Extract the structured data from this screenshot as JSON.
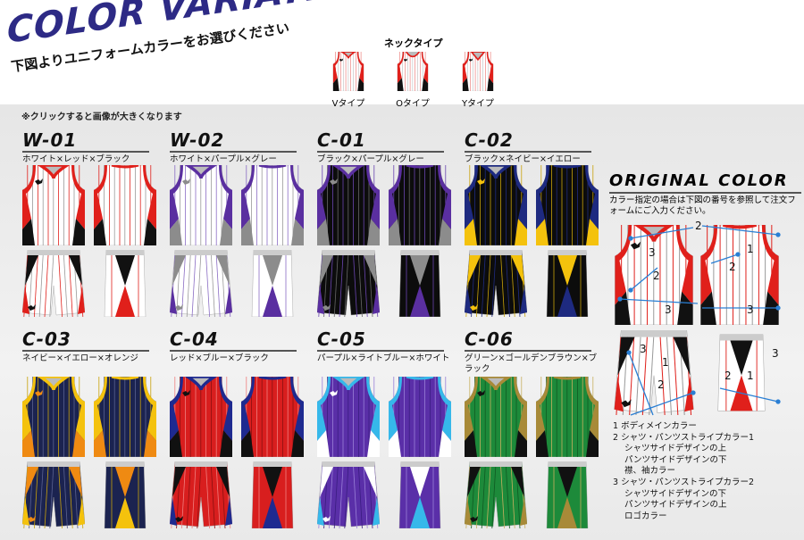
{
  "header": {
    "title": "COLOR VARIATION",
    "subtitle": "下図よりユニフォームカラーをお選びください"
  },
  "neck": {
    "title": "ネックタイプ",
    "types": [
      {
        "label": "Vタイプ",
        "shape": "V"
      },
      {
        "label": "Oタイプ",
        "shape": "O"
      },
      {
        "label": "Yタイプ",
        "shape": "Y"
      }
    ]
  },
  "note": "※クリックすると画像が大きくなります",
  "variants": [
    {
      "code": "W-01",
      "name": "ホワイト×レッド×ブラック",
      "colors": {
        "body": "#ffffff",
        "c2": "#e0201b",
        "c3": "#111111",
        "pin1": "#e0201b",
        "pin2": "#9a9a9a"
      }
    },
    {
      "code": "W-02",
      "name": "ホワイト×パープル×グレー",
      "colors": {
        "body": "#ffffff",
        "c2": "#5a2fa0",
        "c3": "#8c8c8c",
        "pin1": "#8a6cc4",
        "pin2": "#9a9a9a"
      }
    },
    {
      "code": "C-01",
      "name": "ブラック×パープル×グレー",
      "colors": {
        "body": "#0c0c0c",
        "c2": "#5a2fa0",
        "c3": "#8c8c8c",
        "pin1": "#6a45b0",
        "pin2": "#666666"
      }
    },
    {
      "code": "C-02",
      "name": "ブラック×ネイビー×イエロー",
      "colors": {
        "body": "#0c0c0c",
        "c2": "#1e2a80",
        "c3": "#f4c20d",
        "pin1": "#c9a20a",
        "pin2": "#1e2a80"
      }
    },
    {
      "code": "C-03",
      "name": "ネイビー×イエロー×オレンジ",
      "colors": {
        "body": "#1b2350",
        "c2": "#f4c20d",
        "c3": "#ef8a12",
        "pin1": "#c9a20a",
        "pin2": "#5a6190"
      }
    },
    {
      "code": "C-04",
      "name": "レッド×ブルー×ブラック",
      "colors": {
        "body": "#d81e1e",
        "c2": "#1e2a90",
        "c3": "#111111",
        "pin1": "#f08080",
        "pin2": "#8a1010"
      }
    },
    {
      "code": "C-05",
      "name": "パープル×ライトブルー×ホワイト",
      "colors": {
        "body": "#5a2fa8",
        "c2": "#36b8ea",
        "c3": "#ffffff",
        "pin1": "#9a80d8",
        "pin2": "#3a1d80"
      }
    },
    {
      "code": "C-06",
      "name": "グリーン×ゴールデンブラウン×ブラック",
      "colors": {
        "body": "#1d8a3a",
        "c2": "#a88a38",
        "c3": "#111111",
        "pin1": "#c9b060",
        "pin2": "#0f5a22"
      }
    }
  ],
  "original": {
    "title": "ORIGINAL COLOR",
    "desc": "カラー指定の場合は下図の番号を参照して注文フォームにご入力ください。",
    "numbers": [
      "1",
      "2",
      "3"
    ],
    "colors": {
      "body": "#ffffff",
      "c2": "#e0201b",
      "c3": "#111111",
      "pin1": "#e0201b",
      "pin2": "#9a9a9a",
      "line": "#2a7fd4"
    }
  },
  "legend": [
    {
      "text": "1 ボディメインカラー",
      "indent": false
    },
    {
      "text": "2 シャツ・パンツストライプカラー1",
      "indent": false
    },
    {
      "text": "シャツサイドデザインの上",
      "indent": true
    },
    {
      "text": "パンツサイドデザインの下",
      "indent": true
    },
    {
      "text": "襟、袖カラー",
      "indent": true
    },
    {
      "text": "3 シャツ・パンツストライプカラー2",
      "indent": false
    },
    {
      "text": "シャツサイドデザインの下",
      "indent": true
    },
    {
      "text": "パンツサイドデザインの上",
      "indent": true
    },
    {
      "text": "ロゴカラー",
      "indent": true
    }
  ]
}
